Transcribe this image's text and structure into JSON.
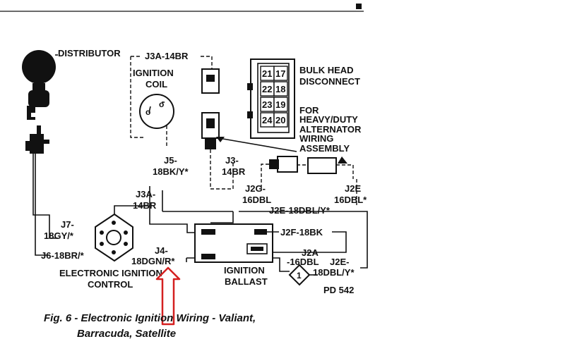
{
  "labels": {
    "distributor": "DISTRIBUTOR",
    "j3a_14br_top": "J3A-14BR",
    "ignition_coil_1": "IGNITION",
    "ignition_coil_2": "COIL",
    "bulkhead_1": "BULK HEAD",
    "bulkhead_2": "DISCONNECT",
    "heavy_duty_1": "FOR",
    "heavy_duty_2": "HEAVY/DUTY",
    "heavy_duty_3": "ALTERNATOR",
    "heavy_duty_4": "WIRING",
    "heavy_duty_5": "ASSEMBLY",
    "j5_1": "J5-",
    "j5_2": "18BK/Y*",
    "j3_1": "J3-",
    "j3_2": "14BR",
    "j3a_1": "J3A-",
    "j3a_2": "14BR",
    "j2g_1": "J2G-",
    "j2g_2": "16DBL",
    "j2e_right_1": "J2E",
    "j2e_right_2": "16DBL*",
    "j2e_mid": "J2E-18DBL/Y*",
    "j7_1": "J7-",
    "j7_2": "18GY/*",
    "j6": "J6-18BR/*",
    "j4_1": "J4-",
    "j4_2": "18DGN/R*",
    "j2f": "J2F-18BK",
    "j2a_1": "J2A",
    "j2a_2": "-16DBL",
    "j2e_low_1": "J2E-",
    "j2e_low_2": "18DBL/Y*",
    "eic_1": "ELECTRONIC IGNITION",
    "eic_2": "CONTROL",
    "ballast_1": "IGNITION",
    "ballast_2": "BALLAST",
    "pd": "PD 542",
    "diode_num": "1"
  },
  "bulkhead_terminals": [
    [
      "21",
      "17"
    ],
    [
      "22",
      "18"
    ],
    [
      "23",
      "19"
    ],
    [
      "24",
      "20"
    ]
  ],
  "caption": {
    "line1": "Fig. 6 - Electronic Ignition Wiring - Valiant,",
    "line2": "Barracuda, Satellite"
  },
  "colors": {
    "ink": "#111111",
    "annotation_arrow": "#d42020"
  }
}
